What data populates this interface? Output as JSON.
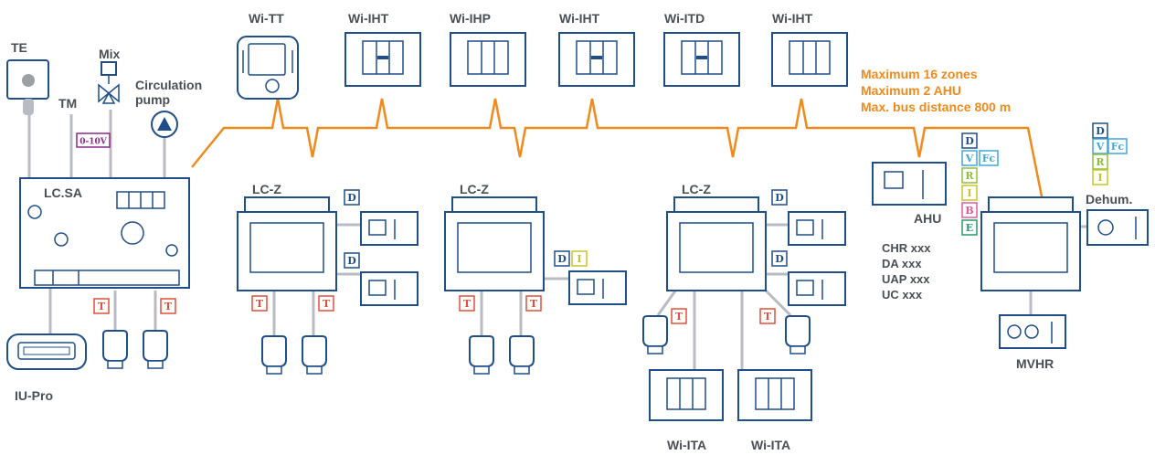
{
  "labels": {
    "te": "TE",
    "tm": "TM",
    "mix": "Mix",
    "circ_line1": "Circulation",
    "circ_line2": "pump",
    "v0_10": "0-10V",
    "lcsa": "LC.SA",
    "iupro": "IU-Pro",
    "wi_tt": "Wi-TT",
    "wi_iht_1": "Wi-IHT",
    "wi_ihp": "Wi-IHP",
    "wi_iht_2": "Wi-IHT",
    "wi_itd": "Wi-ITD",
    "wi_iht_3": "Wi-IHT",
    "lcz_1": "LC-Z",
    "lcz_2": "LC-Z",
    "lcz_3": "LC-Z",
    "ahu": "AHU",
    "dehum": "Dehum.",
    "mvhr": "MVHR",
    "wi_ita_1": "Wi-ITA",
    "wi_ita_2": "Wi-ITA"
  },
  "notes": [
    "Maximum 16 zones",
    "Maximum 2 AHU",
    "Max. bus distance 800 m"
  ],
  "codes": [
    "CHR xxx",
    "DA xxx",
    "UAP xxx",
    "UC xxx"
  ],
  "badges": {
    "T": "T",
    "D": "D",
    "I": "I",
    "V": "V",
    "Fc": "Fc",
    "R": "R",
    "B": "B",
    "E": "E"
  },
  "colors": {
    "device_stroke": "#1f4e89",
    "bus_orange": "#f08a1c",
    "wire_gray": "#b8bcc2",
    "text_gray": "#4a4f56",
    "badge_T": "#e0503a",
    "badge_D": "#1f4e89",
    "badge_I": "#c8c62a",
    "badge_V": "#3ea9d8",
    "badge_Fc": "#3ea9d8",
    "badge_R": "#8fbf3a",
    "badge_B": "#e05a9a",
    "badge_E": "#2a9a6a",
    "badge_0_10V": "#8a2a8a"
  }
}
